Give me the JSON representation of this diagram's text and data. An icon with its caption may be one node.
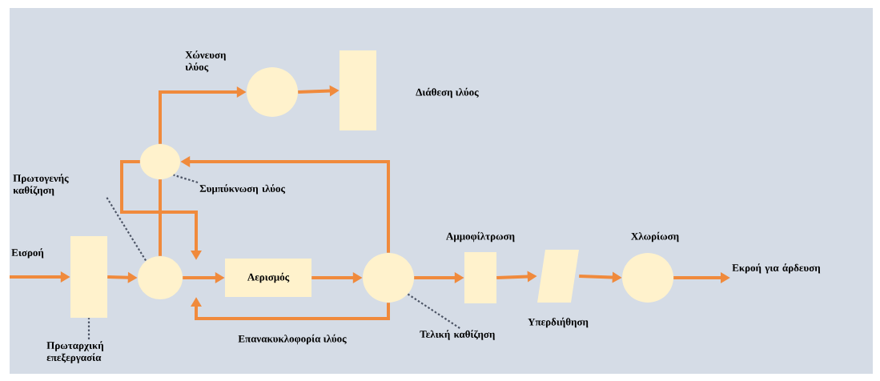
{
  "diagram": {
    "nodes": [
      {
        "text": [
          "Χώνευση ιλύος"
        ]
      },
      {
        "text": [],
        "shape": "box",
        "beside": [
          "Διάθεση ιλύος"
        ]
      },
      {
        "text": [],
        "shape": "circle"
      },
      {
        "text": [
          "Συμπύκνωση ιλύος"
        ]
      },
      {
        "text": [
          "Πρωτογενής καθίζηση"
        ]
      },
      {
        "text": [
          "Εισροή"
        ]
      },
      {
        "text": [],
        "shape": "circle"
      },
      {
        "text": [],
        "shape": "box"
      },
      {
        "text": [
          "Αερισμός"
        ]
      },
      {
        "text": [],
        "shape": "circle"
      },
      {
        "text": [
          "Τελική καθίζηση"
        ]
      },
      {
        "text": [
          "Πρωταρχική επεξεργασία"
        ]
      },
      {
        "text": [
          "Αμμοφίλτρωση"
        ]
      },
      {
        "text": [
          "Υπερδιήθηση"
        ]
      },
      {
        "text": [
          "Χλωρίωση"
        ]
      },
      {
        "text": [
          "Εκροή για άρδευση"
        ]
      }
    ],
    "edges": [
      {
        "from": 5,
        "to": 7,
        "arrow": "to"
      },
      {
        "from": 7,
        "to": 6,
        "arrow": "to"
      },
      {
        "from": 6,
        "to": 8,
        "arrow": "to"
      },
      {
        "from": 8,
        "to": 9,
        "arrow": "to"
      },
      {
        "from": 9,
        "to": 12,
        "arrow": "to"
      },
      {
        "from": 12,
        "to": 13,
        "arrow": "to"
      },
      {
        "from": 13,
        "to": 14,
        "arrow": "to"
      },
      {
        "from": 14,
        "to": 15,
        "arrow": "to"
      },
      {
        "from": 6,
        "to": 2,
        "arrow": "none"
      },
      {
        "from": 2,
        "to": 0,
        "arrow": "to"
      },
      {
        "from": 0,
        "to": 1,
        "arrow": "to"
      },
      {
        "from": 9,
        "to": 2,
        "arrow": "to"
      },
      {
        "from": 2,
        "to": null,
        "arrow": "to"
      },
      {
        "from": 9,
        "to": null,
        "arrow": "to",
        "label": "Επανακυκλοφορία ιλύος"
      },
      {
        "from": 3,
        "to": 2,
        "arrow": "none",
        "style": "dashed",
        "color": "#4d5566"
      },
      {
        "from": 4,
        "to": 6,
        "arrow": "none",
        "style": "dashed",
        "color": "#4d5566"
      },
      {
        "from": 11,
        "to": 7,
        "arrow": "none",
        "style": "dashed",
        "color": "#4d5566"
      },
      {
        "from": 10,
        "to": 9,
        "arrow": "none",
        "style": "dashed",
        "color": "#4d5566"
      }
    ]
  }
}
